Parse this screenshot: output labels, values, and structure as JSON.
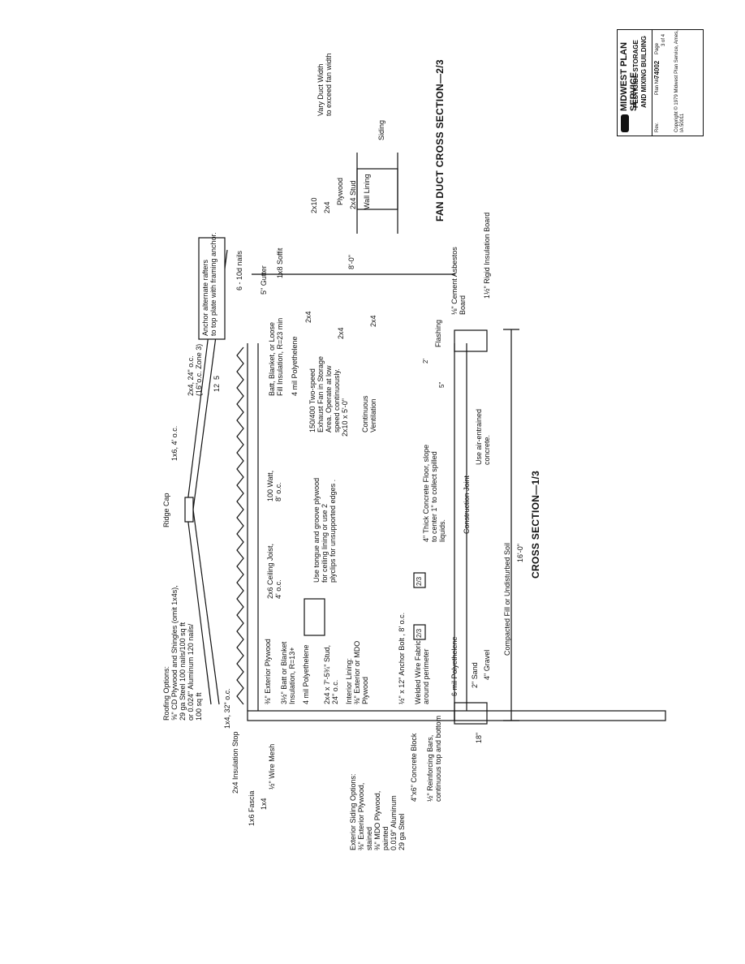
{
  "titleblock": {
    "company": "MIDWEST PLAN SERVICE",
    "project_line1": "PESTICIDE STORAGE",
    "project_line2": "AND MIXING BUILDING",
    "rev_label": "Rev.",
    "plan_no_label": "Plan No.",
    "plan_no": "74002",
    "page_label": "Page",
    "page_value": "3 of 4",
    "copyright": "Copyright © 1979 Midwest Plan Service, Ames, IA 50011"
  },
  "cross_section": {
    "title": "CROSS SECTION—1/3",
    "labels": {
      "roofing_options": "Roofing Options:\n⅝\" CD Plywood and Shingles (omit 1x4s),\n29 ga Steel 100 nails/100 sq ft\nor 0.024\" Aluminum 120 nails/\n100 sq ft",
      "ridge_cap": "Ridge Cap",
      "one_by_six_rafter": "1x6, 4' o.c.",
      "rafters": "2x4, 24\" o.c.\n(16\"o.c. Zone 3)",
      "slope_rise": "12",
      "slope_run": "5",
      "anchor_note": "Anchor alternate rafters\nto top plate with framing anchor.",
      "ten_d_nails": "6 - 10d nails",
      "gutter": "5\" Gutter",
      "soffit": "1x8 Soffit",
      "one_by_four_32": "1x4, 32\" o.c.",
      "insulation_stop": "2x4 Insulation Stop",
      "fascia": "1x6 Fascia",
      "one_by_four": "1x4",
      "wire_mesh": "½\" Wire Mesh",
      "ext_plywood": "⅜\" Exterior Plywood",
      "batt_wall": "3½\" Batt or Blanket\nInsulation, R=13+",
      "poly_wall": "4 mil Polyethelene",
      "studs": "2x4 x 7'-5¾\" Stud,\n24\" o.c.",
      "interior_lining": "Interior Lining:\n⅜\" Exterior or MDO\nPlywood",
      "ceiling_joist": "2x6 Ceiling Joist,\n4' o.c.",
      "light": "100 Watt,\n8' o.c.",
      "batt_ceiling": "Batt, Blanket, or Loose\nFill Insulation, R=23 min",
      "poly_ceiling": "4 mil Polyethelene",
      "tongue_groove": "Use tongue and groove plywood\nfor ceiling lining or use 2\nplyclips for unsupported edges .",
      "exhaust_fan": "150/400 Two-speed\nExhaust Fan in Storage\nArea. Operate at low\nspeed continuously.",
      "header": "2x10 x 5'-0\"",
      "vent": "Continuous\nVentilation",
      "top_plate_2x4": "2x4",
      "fan_2x4": "2x4",
      "stud_2x4": "2x4",
      "siding_options": "Exterior Siding Options:\n⅜\" Exterior Plywood,\nstained\n⅜\" MDO Plywood,\npainted\n0.019\" Aluminum\n29 ga Steel",
      "concrete_block": "4\"x6\" Concrete Block",
      "anchor_bolt": "½\" x 12\" Anchor Bolt , 8' o.c.",
      "reinforcing": "½\" Reinforcing Bars,\ncontinuous top and bottom",
      "welded_wire": "Welded Wire Fabric,\naround perimeter",
      "poly_floor": "6 mil Polyethelene",
      "sand": "2\" Sand",
      "gravel": "4\" Gravel",
      "soil": "Compacted Fill or Undisturbed Soil",
      "slab": "4\" Thick Concrete Floor, slope\nto center 1\" to collect spilled\nliquids.",
      "construction_joint": "Construction Joint",
      "air_entrained": "Use air-entrained\nconcrete.",
      "flashing": "Flashing",
      "asbestos_board": "⅛\" Cement Asbestos\nBoard",
      "rigid_insulation": "1½\" Rigid Insulation Board",
      "width_dim": "16'-0\"",
      "wall_height_dim": "8'-0\"",
      "footing_dim": "18\"",
      "ref_tag_1": "2/3",
      "ref_tag_2": "2/3",
      "small_dim_5": "5\"",
      "small_dim_2": "2'"
    }
  },
  "fan_duct": {
    "title": "FAN DUCT CROSS SECTION—2/3",
    "labels": {
      "header_2x10": "2x10",
      "two_by_four": "2x4",
      "plywood": "Plywood",
      "stud": "2x4 Stud",
      "wall_lining": "Wall Lining",
      "siding": "Siding",
      "vary_duct": "Vary Duct Width\nto exceed fan width"
    }
  }
}
